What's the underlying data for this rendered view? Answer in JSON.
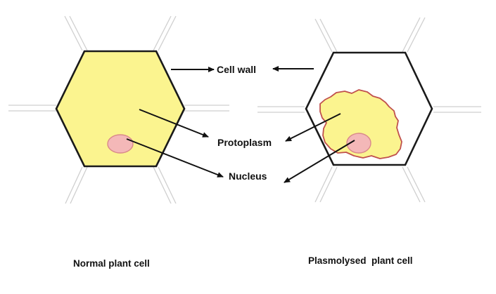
{
  "labels": {
    "cell_wall": "Cell wall",
    "protoplasm": "Protoplasm",
    "nucleus": "Nucleus"
  },
  "captions": {
    "normal": "Normal plant cell",
    "plasmolysed": "Plasmolysed  plant cell"
  },
  "colors": {
    "protoplasm_fill": "#fbf48f",
    "protoplasm_border": "#c0504d",
    "nucleus_fill": "#f4b8b8",
    "cell_wall": "#1a1a1a",
    "neighbor_walls": "#cfcfcf"
  }
}
